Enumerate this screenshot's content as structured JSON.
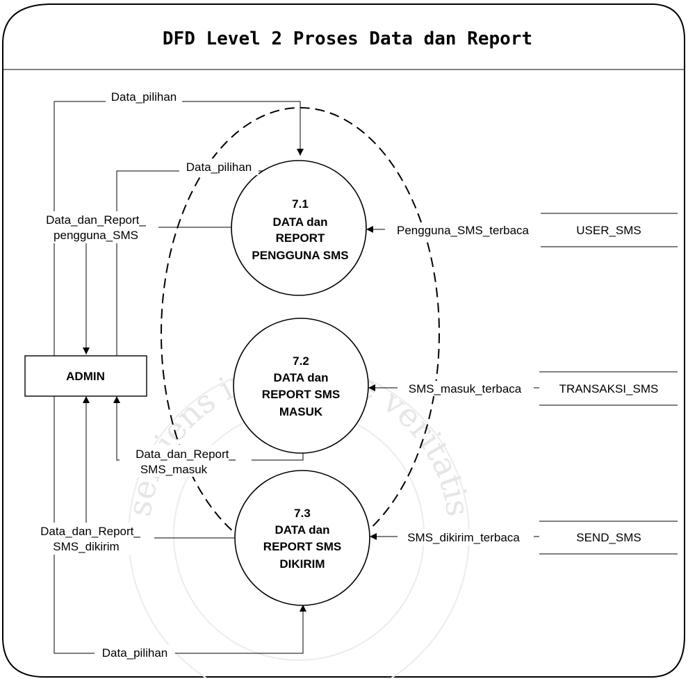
{
  "title": "DFD Level 2 Proses Data dan Report",
  "admin": "ADMIN",
  "processes": [
    {
      "number": "7.1",
      "line1": "DATA dan",
      "line2": "REPORT",
      "line3": "PENGGUNA SMS"
    },
    {
      "number": "7.2",
      "line1": "DATA dan",
      "line2": "REPORT SMS",
      "line3": "MASUK"
    },
    {
      "number": "7.3",
      "line1": "DATA dan",
      "line2": "REPORT SMS",
      "line3": "DIKIRIM"
    }
  ],
  "stores": [
    "USER_SMS",
    "TRANSAKSI_SMS",
    "SEND_SMS"
  ],
  "flows": {
    "pilihan_top": "Data_pilihan",
    "pilihan_mid": "Data_pilihan",
    "pilihan_bottom": "Data_pilihan",
    "report_pengguna_1": "Data_dan_Report_",
    "report_pengguna_2": "pengguna_SMS",
    "report_masuk_1": "Data_dan_Report_",
    "report_masuk_2": "SMS_masuk",
    "report_dikirim_1": "Data_dan_Report_",
    "report_dikirim_2": "SMS_dikirim",
    "pengguna_terbaca": "Pengguna_SMS_terbaca",
    "masuk_terbaca": "SMS_masuk_terbaca",
    "dikirim_terbaca": "SMS_dikirim_terbaca"
  },
  "watermark": "serviens in lumine veritatis"
}
